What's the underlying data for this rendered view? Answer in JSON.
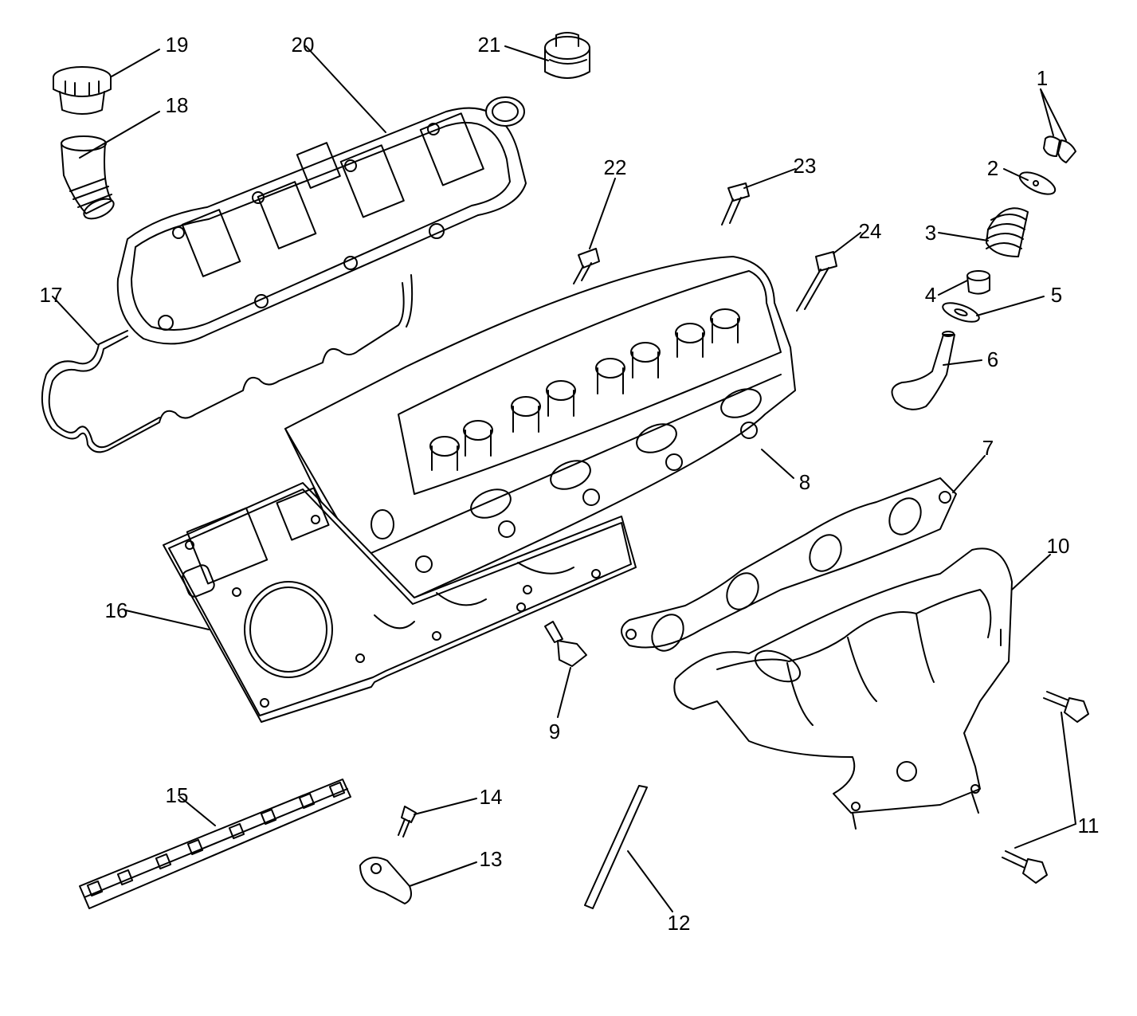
{
  "diagram": {
    "type": "exploded parts view",
    "callouts": [
      {
        "id": "1",
        "label": "1"
      },
      {
        "id": "2",
        "label": "2"
      },
      {
        "id": "3",
        "label": "3"
      },
      {
        "id": "4",
        "label": "4"
      },
      {
        "id": "5",
        "label": "5"
      },
      {
        "id": "6",
        "label": "6"
      },
      {
        "id": "7",
        "label": "7"
      },
      {
        "id": "8",
        "label": "8"
      },
      {
        "id": "9",
        "label": "9"
      },
      {
        "id": "10",
        "label": "10"
      },
      {
        "id": "11",
        "label": "11"
      },
      {
        "id": "12",
        "label": "12"
      },
      {
        "id": "13",
        "label": "13"
      },
      {
        "id": "14",
        "label": "14"
      },
      {
        "id": "15",
        "label": "15"
      },
      {
        "id": "16",
        "label": "16"
      },
      {
        "id": "17",
        "label": "17"
      },
      {
        "id": "18",
        "label": "18"
      },
      {
        "id": "19",
        "label": "19"
      },
      {
        "id": "20",
        "label": "20"
      },
      {
        "id": "21",
        "label": "21"
      },
      {
        "id": "22",
        "label": "22"
      },
      {
        "id": "23",
        "label": "23"
      },
      {
        "id": "24",
        "label": "24"
      }
    ]
  },
  "colors": {
    "line": "#000000",
    "background": "#ffffff"
  }
}
